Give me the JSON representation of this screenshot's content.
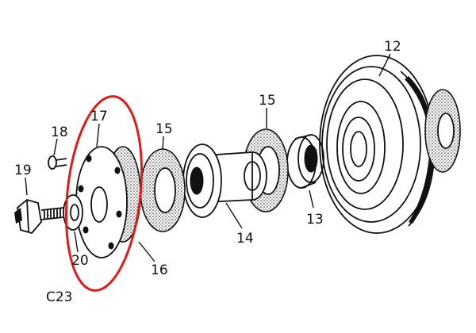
{
  "diagram": {
    "caption": "C23",
    "highlight_color": "#e11a1a",
    "labels": {
      "p12": "12",
      "p13": "13",
      "p14": "14",
      "p15a": "15",
      "p15b": "15",
      "p16": "16",
      "p17": "17",
      "p18": "18",
      "p19": "19",
      "p20": "20"
    }
  }
}
